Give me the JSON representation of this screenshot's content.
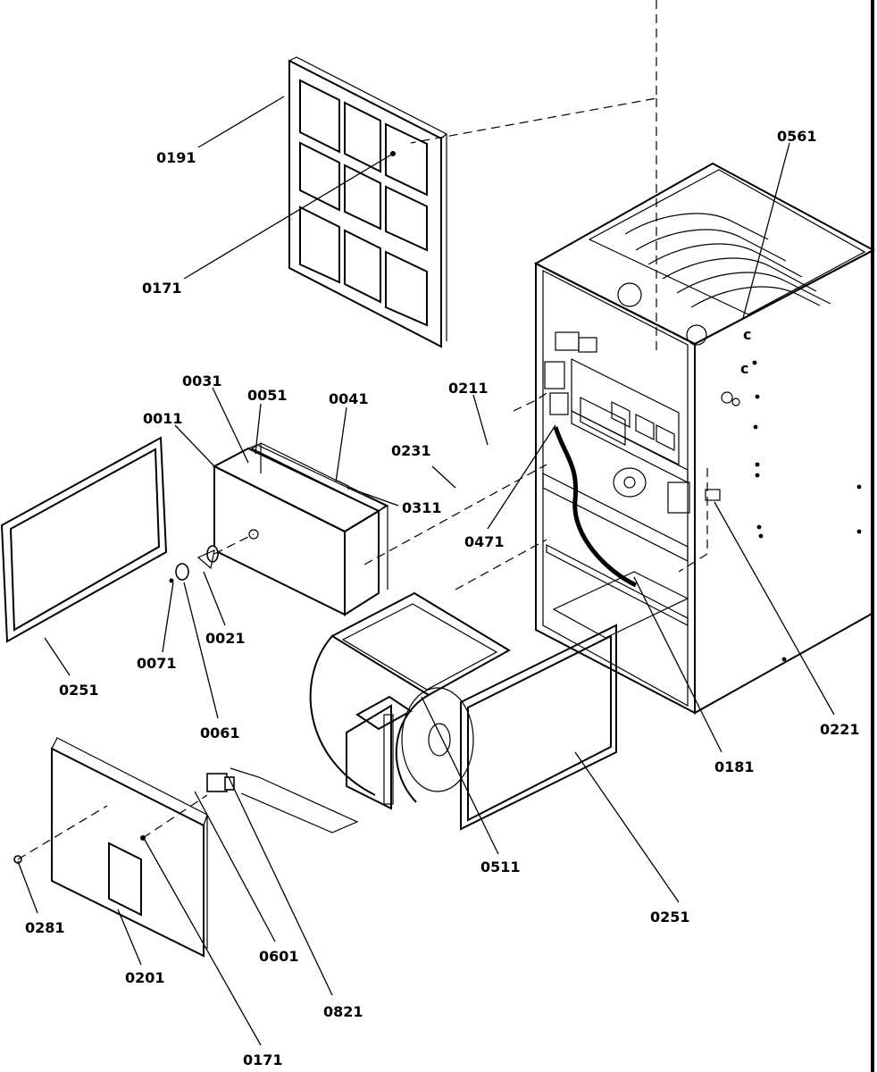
{
  "diagram": {
    "callouts": [
      {
        "id": "0191",
        "label": "0191"
      },
      {
        "id": "0171-top",
        "label": "0171"
      },
      {
        "id": "0561",
        "label": "0561"
      },
      {
        "id": "0211",
        "label": "0211"
      },
      {
        "id": "0031",
        "label": "0031"
      },
      {
        "id": "0051",
        "label": "0051"
      },
      {
        "id": "0041",
        "label": "0041"
      },
      {
        "id": "0011",
        "label": "0011"
      },
      {
        "id": "0231",
        "label": "0231"
      },
      {
        "id": "0311",
        "label": "0311"
      },
      {
        "id": "0471",
        "label": "0471"
      },
      {
        "id": "0021",
        "label": "0021"
      },
      {
        "id": "0071",
        "label": "0071"
      },
      {
        "id": "0251-left",
        "label": "0251"
      },
      {
        "id": "0061",
        "label": "0061"
      },
      {
        "id": "0221",
        "label": "0221"
      },
      {
        "id": "0181",
        "label": "0181"
      },
      {
        "id": "0511",
        "label": "0511"
      },
      {
        "id": "0251-right",
        "label": "0251"
      },
      {
        "id": "0281",
        "label": "0281"
      },
      {
        "id": "0601",
        "label": "0601"
      },
      {
        "id": "0201",
        "label": "0201"
      },
      {
        "id": "0821",
        "label": "0821"
      },
      {
        "id": "0171-bottom",
        "label": "0171"
      }
    ],
    "markings": {
      "c_upper": "c",
      "c_lower": "c"
    }
  }
}
